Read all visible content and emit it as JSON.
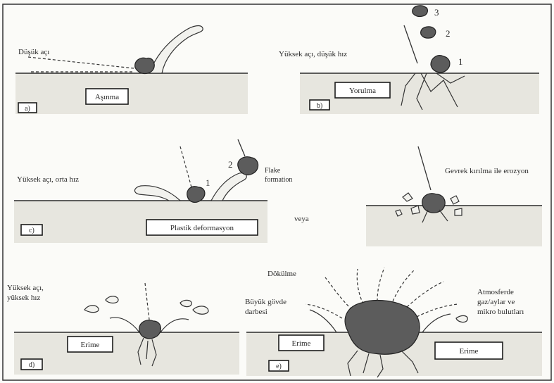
{
  "panels": {
    "a": {
      "tag": "a)",
      "angle_label": "Düşük açı",
      "box_label": "Aşınma"
    },
    "b": {
      "tag": "b)",
      "angle_label": "Yüksek açı, düşük hız",
      "box_label": "Yorulma",
      "particle_numbers": [
        "1",
        "2",
        "3"
      ]
    },
    "c": {
      "tag": "c)",
      "angle_label": "Yüksek açı, orta hız",
      "box_label": "Plastik deformasyon",
      "particle_numbers": [
        "1",
        "2"
      ],
      "flake_label_line1": "Flake",
      "flake_label_line2": "formation"
    },
    "c_alt": {
      "connector": "veya",
      "label": "Gevrek kırılma ile erozyon"
    },
    "d": {
      "tag": "d)",
      "angle_label_line1": "Yüksek açı,",
      "angle_label_line2": "yüksek hız",
      "box_label": "Erime"
    },
    "e": {
      "tag": "e)",
      "top_label": "Dökülme",
      "left_label_line1": "Büyük gövde",
      "left_label_line2": "darbesi",
      "right_label_line1": "Atmosferde",
      "right_label_line2": "gaz/aylar ve",
      "right_label_line3": "mikro bulutları",
      "box_left": "Erime",
      "box_right": "Erime"
    }
  }
}
